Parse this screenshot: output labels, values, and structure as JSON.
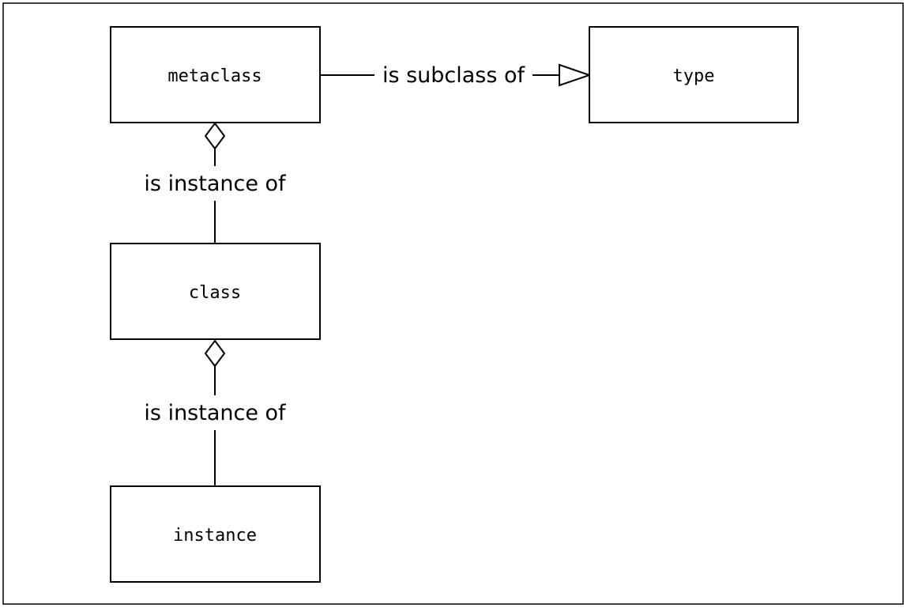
{
  "nodes": {
    "metaclass": {
      "label": "metaclass"
    },
    "type": {
      "label": "type"
    },
    "class": {
      "label": "class"
    },
    "instance": {
      "label": "instance"
    }
  },
  "edges": {
    "metaclass_to_type": {
      "label": "is subclass of",
      "kind": "generalization"
    },
    "class_to_metaclass": {
      "label": "is instance of",
      "kind": "aggregation"
    },
    "instance_to_class": {
      "label": "is instance of",
      "kind": "aggregation"
    }
  },
  "colors": {
    "stroke": "#000000",
    "background": "#ffffff"
  }
}
